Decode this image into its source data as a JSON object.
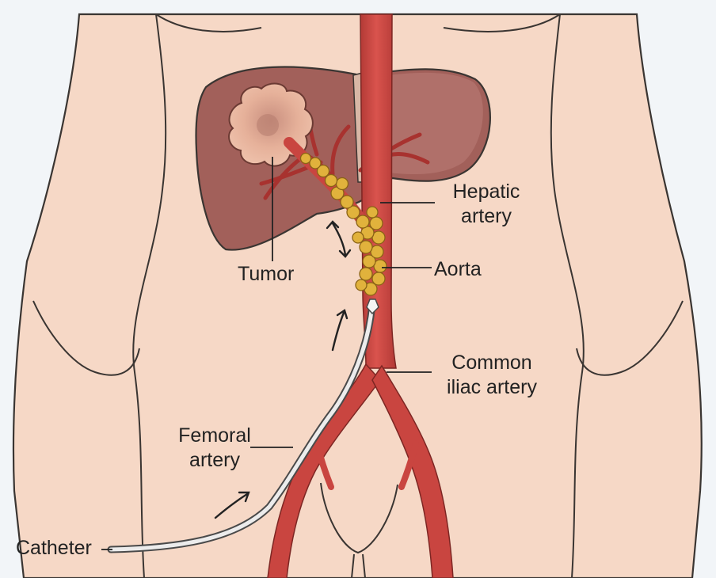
{
  "colors": {
    "background": "#f2f5f8",
    "skin": "#f6d8c6",
    "outline": "#3a3532",
    "liver": "#a2605a",
    "liver_light": "#b97770",
    "artery": "#cf4a45",
    "artery_dark": "#a63531",
    "bead": "#e1b23c",
    "catheter": "#ececec"
  },
  "labels": {
    "hepatic": "Hepatic artery",
    "aorta": "Aorta",
    "tumor": "Tumor",
    "common": "Common iliac artery",
    "femoral": "Femoral artery",
    "catheter": "Catheter"
  }
}
